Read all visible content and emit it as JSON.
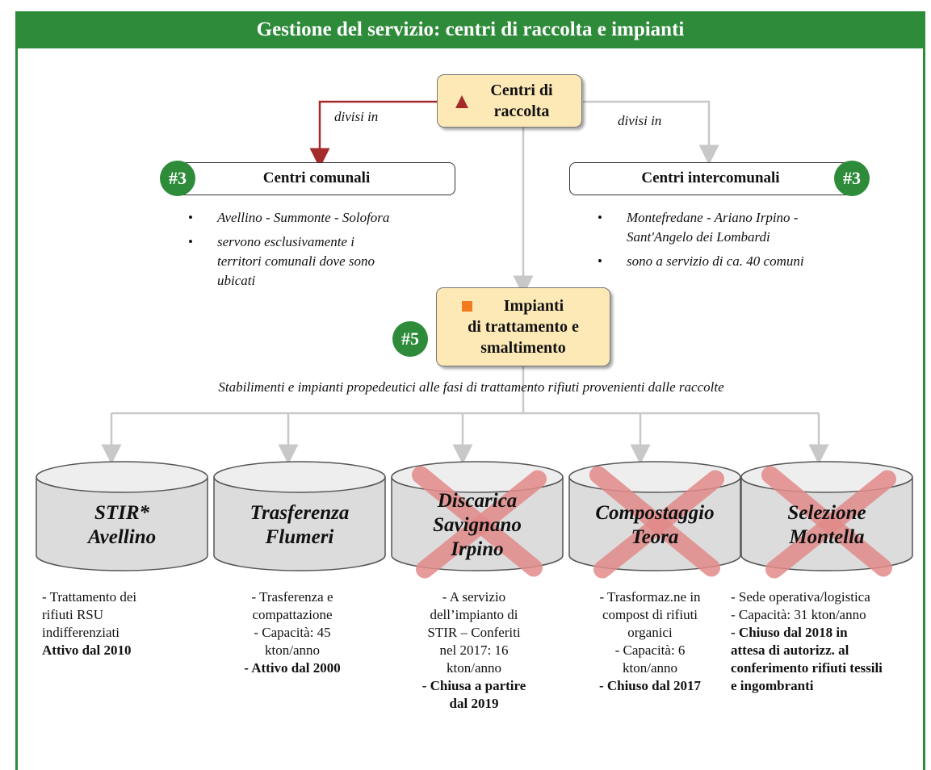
{
  "title": "Gestione del servizio: centri di raccolta e impianti",
  "colors": {
    "header": "#2e8b3a",
    "beige": "#fde9b6",
    "arrow_red": "#a52a2a",
    "arrow_gray": "#c8c8c8",
    "cross": "#e38a8a"
  },
  "centri_raccolta": {
    "line1": "Centri di",
    "line2": "raccolta",
    "icon": "red-triangle-icon"
  },
  "divisi_left": "divisi in",
  "divisi_right": "divisi in",
  "comunali": {
    "title": "Centri comunali",
    "badge": "#3",
    "bullets": [
      "Avellino -  Summonte - Solofora",
      "servono esclusivamente i territori comunali dove sono ubicati"
    ]
  },
  "intercomunali": {
    "title": "Centri intercomunali",
    "badge": "#3",
    "bullets": [
      "Montefredane - Ariano Irpino - Sant'Angelo dei Lombardi",
      "sono a servizio di ca. 40 comuni"
    ]
  },
  "impianti": {
    "line1": "Impianti",
    "line2": "di trattamento e",
    "line3": "smaltimento",
    "badge": "#5",
    "icon": "orange-square-icon"
  },
  "stabilimenti_text": "Stabilimenti e impianti propedeutici alle fasi di trattamento rifiuti provenienti dalle raccolte",
  "plants": [
    {
      "name1": "STIR*",
      "name2": "Avellino",
      "name3": "",
      "crossed": false,
      "desc": [
        "- Trattamento dei",
        "rifiuti RSU",
        "indifferenziati"
      ],
      "bold": [
        "Attivo dal 2010"
      ]
    },
    {
      "name1": "Trasferenza",
      "name2": "Flumeri",
      "name3": "",
      "crossed": false,
      "desc": [
        "- Trasferenza e",
        "compattazione",
        "- Capacità: 45",
        "kton/anno"
      ],
      "bold": [
        "- Attivo dal 2000"
      ]
    },
    {
      "name1": "Discarica",
      "name2": "Savignano",
      "name3": "Irpino",
      "crossed": true,
      "desc": [
        "- A servizio",
        "dell’impianto di",
        "STIR – Conferiti",
        "nel 2017: 16",
        "kton/anno"
      ],
      "bold": [
        "- Chiusa a partire",
        "dal 2019"
      ]
    },
    {
      "name1": "Compostaggio",
      "name2": "Teora",
      "name3": "",
      "crossed": true,
      "desc": [
        "- Trasformaz.ne in",
        "compost di rifiuti",
        "organici",
        "- Capacità: 6",
        "kton/anno"
      ],
      "bold": [
        "- Chiuso dal 2017"
      ]
    },
    {
      "name1": "Selezione",
      "name2": "Montella",
      "name3": "",
      "crossed": true,
      "desc": [
        "- Sede operativa/logistica",
        "- Capacità: 31 kton/anno"
      ],
      "bold": [
        "- Chiuso dal 2018 in",
        "attesa di autorizz. al",
        "conferimento rifiuti tessili",
        "e ingombranti"
      ]
    }
  ]
}
